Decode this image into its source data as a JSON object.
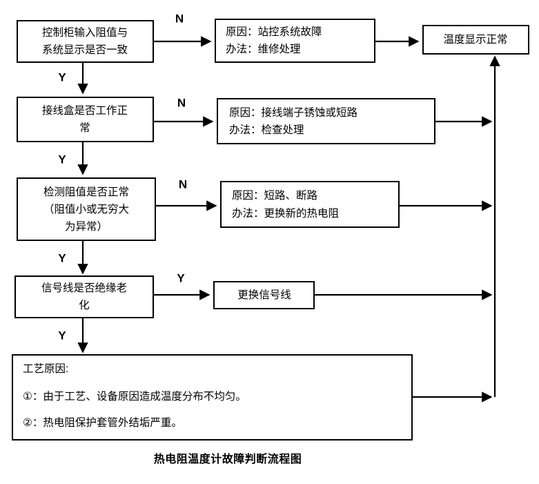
{
  "diagram": {
    "caption": "热电阻温度计故障判断流程图",
    "decisions": [
      {
        "id": "d1",
        "lines": [
          "控制柜输入阻值与",
          "系统显示是否一致"
        ],
        "no_label": "N",
        "yes_label": "Y"
      },
      {
        "id": "d2",
        "lines": [
          "接线盒是否工作正",
          "常"
        ],
        "no_label": "N",
        "yes_label": "Y"
      },
      {
        "id": "d3",
        "lines": [
          "检测阻值是否正常",
          "（阻值小或无穷大",
          "为异常）"
        ],
        "no_label": "N",
        "yes_label": "Y"
      },
      {
        "id": "d4",
        "lines": [
          "信号线是否绝缘老",
          "化"
        ],
        "no_label": "Y",
        "yes_label": "Y"
      }
    ],
    "causes": [
      {
        "id": "c1",
        "lines": [
          "原因：站控系统故障",
          "办法：维修处理"
        ]
      },
      {
        "id": "c2",
        "lines": [
          "原因：接线端子锈蚀或短路",
          "办法：检查处理"
        ]
      },
      {
        "id": "c3",
        "lines": [
          "原因：短路、断路",
          "办法：更换新的热电阻"
        ]
      },
      {
        "id": "c4",
        "lines": [
          "更换信号线"
        ]
      }
    ],
    "process_box": {
      "title": "工艺原因:",
      "items": [
        "①：由于工艺、设备原因造成温度分布不均匀。",
        "②：热电阻保护套管外结垢严重。"
      ]
    },
    "terminal": {
      "label": "温度显示正常"
    },
    "colors": {
      "stroke": "#000000",
      "fill": "#ffffff",
      "text": "#000000"
    }
  }
}
